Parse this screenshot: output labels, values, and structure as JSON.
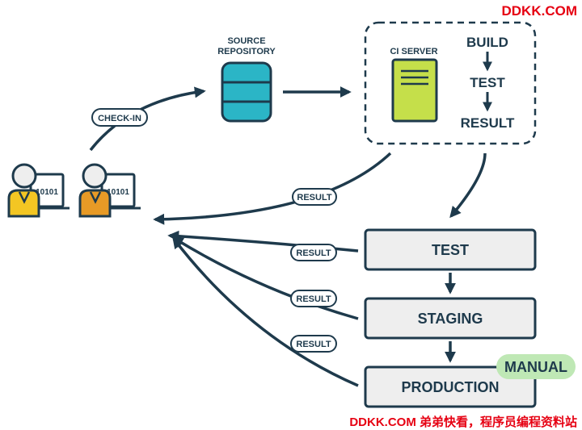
{
  "watermark_top": "DDKK.COM",
  "watermark_bottom": "DDKK.COM 弟弟快看，程序员编程资料站",
  "repository": {
    "line1": "SOURCE",
    "line2": "REPOSITORY"
  },
  "check_in_label": "CHECK-IN",
  "ci": {
    "server_label": "CI SERVER",
    "build": "BUILD",
    "test": "TEST",
    "result": "RESULT"
  },
  "developers": [
    {
      "code": "10101"
    },
    {
      "code": "10101"
    }
  ],
  "result_labels": [
    "RESULT",
    "RESULT",
    "RESULT",
    "RESULT"
  ],
  "stages": {
    "test": "TEST",
    "staging": "STAGING",
    "production": "PRODUCTION"
  },
  "manual_badge": "MANUAL",
  "colors": {
    "navy": "#1e3a4c",
    "repo_teal": "#2bb5c6",
    "server_green": "#c5df4a",
    "dev_yellow": "#f3c623",
    "dev_orange": "#e79a26",
    "stage_fill": "#eeeeee",
    "manual_green": "#bfe8b5",
    "watermark_red": "#e60012"
  }
}
